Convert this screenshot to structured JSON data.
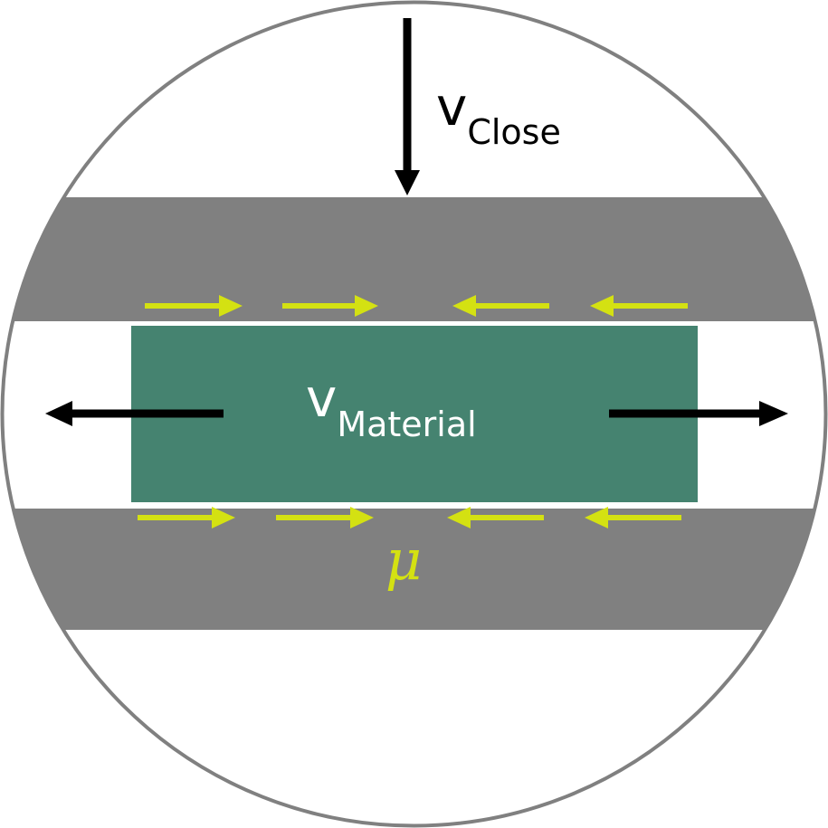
{
  "labels": {
    "v_close": {
      "main": "v",
      "sub": "Close"
    },
    "v_material": {
      "main": "v",
      "sub": "Material"
    },
    "mu": "μ"
  },
  "colors": {
    "plate": "#808080",
    "material": "#458370",
    "friction_arrow": "#d4e112",
    "arrow": "#000000",
    "circle_border": "#808080",
    "background": "#ffffff",
    "material_text": "#ffffff",
    "close_text": "#000000"
  }
}
